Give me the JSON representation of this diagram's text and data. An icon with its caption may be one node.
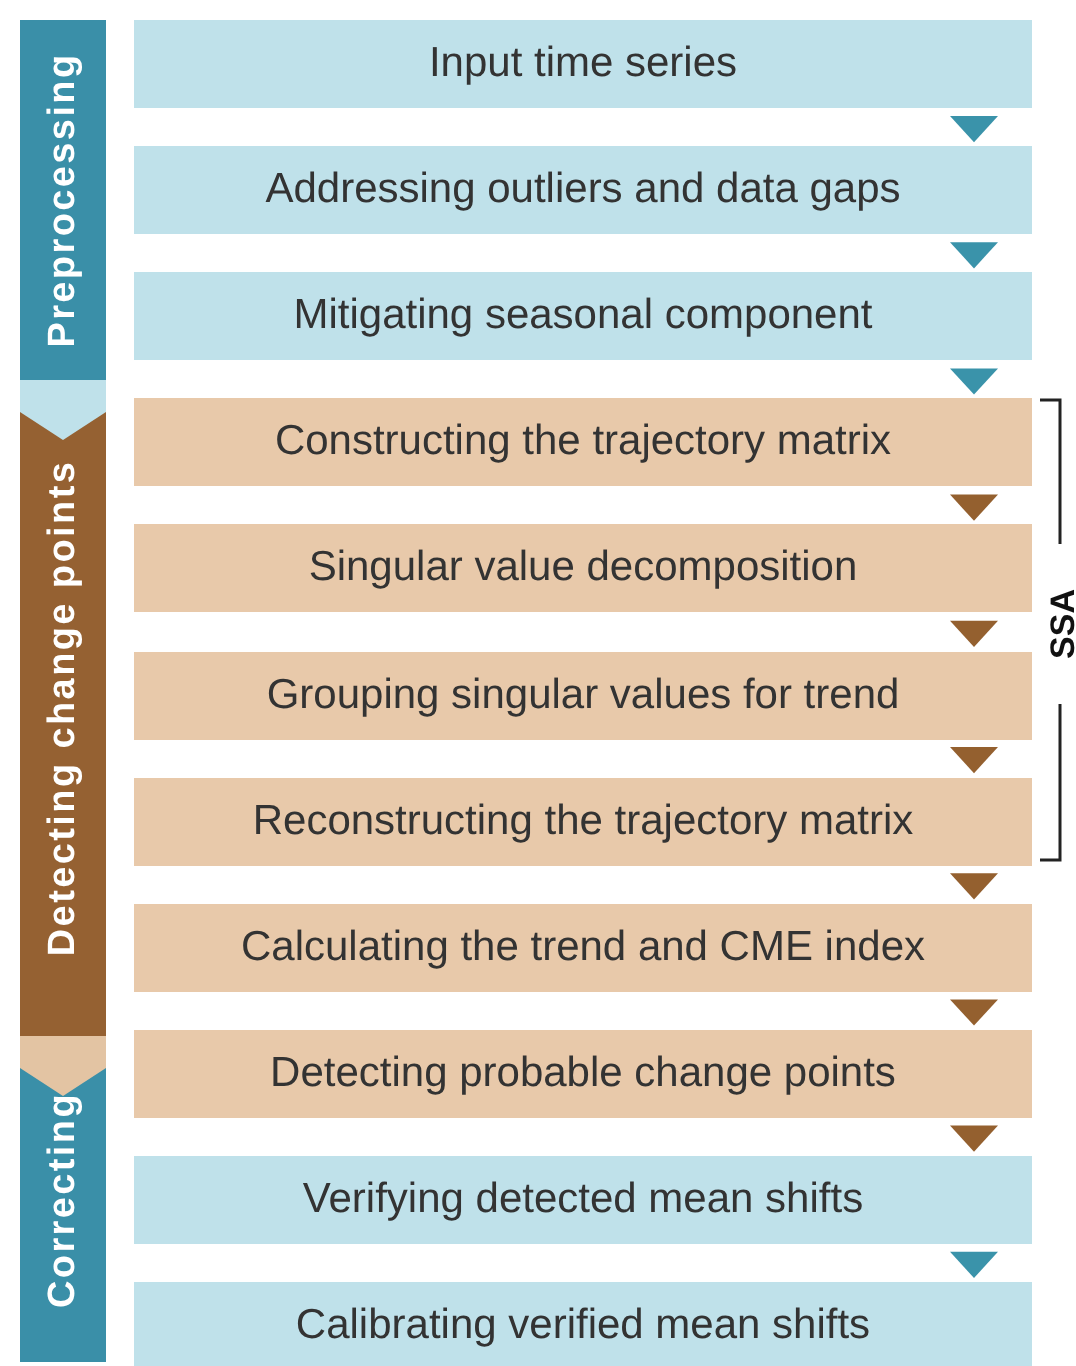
{
  "diagram": {
    "nodes": [
      {
        "text": [
          "Preprocessing"
        ]
      },
      {
        "text": [
          "Detecting change points"
        ]
      },
      {
        "text": [
          "Correcting"
        ]
      },
      {
        "text": [
          "Input time series"
        ]
      },
      {
        "text": [
          "Addressing outliers and data gaps"
        ]
      },
      {
        "text": [
          "Mitigating seasonal component"
        ]
      },
      {
        "text": [
          "Constructing the trajectory matrix"
        ]
      },
      {
        "text": [
          "Singular value decomposition"
        ]
      },
      {
        "text": [
          "Grouping singular values for trend"
        ]
      },
      {
        "text": [
          "Reconstructing the trajectory matrix"
        ]
      },
      {
        "text": [
          "Calculating the trend and CME index"
        ]
      },
      {
        "text": [
          "Detecting probable change points"
        ]
      },
      {
        "text": [
          "Verifying detected mean shifts"
        ]
      },
      {
        "text": [
          "Calibrating verified mean shifts"
        ]
      }
    ],
    "edges": [
      {
        "from": 0,
        "to": 1,
        "arrow": "to",
        "color": "#bfe1ea"
      },
      {
        "from": 1,
        "to": 2,
        "arrow": "to",
        "color": "#e3c4a3"
      },
      {
        "from": 3,
        "to": 4,
        "arrow": "to",
        "color": "#3a93aa"
      },
      {
        "from": 4,
        "to": 5,
        "arrow": "to",
        "color": "#3a93aa"
      },
      {
        "from": 5,
        "to": 6,
        "arrow": "to",
        "color": "#3a93aa"
      },
      {
        "from": 6,
        "to": 7,
        "arrow": "to"
      },
      {
        "from": 7,
        "to": 8,
        "arrow": "to"
      },
      {
        "from": 8,
        "to": 9,
        "arrow": "to"
      },
      {
        "from": 9,
        "to": 10,
        "arrow": "to"
      },
      {
        "from": 10,
        "to": 11,
        "arrow": "to"
      },
      {
        "from": 11,
        "to": 12,
        "arrow": "to"
      },
      {
        "from": 12,
        "to": 13,
        "arrow": "to",
        "color": "#3a93aa"
      }
    ],
    "labels": [
      "SSA"
    ]
  }
}
